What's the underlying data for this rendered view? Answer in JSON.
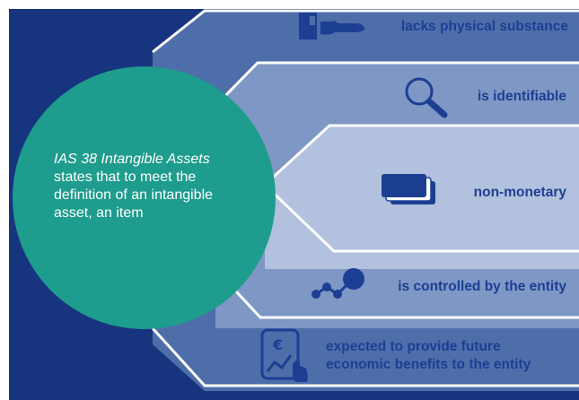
{
  "colors": {
    "background_navy": "#17357f",
    "layer_1": "#4e6eaa",
    "layer_2": "#7f97c5",
    "layer_3": "#b1c1de",
    "layer_4": "#7f97c5",
    "layer_5": "#4e6eaa",
    "circle": "#1e9c8d",
    "text_blue": "#1c3f93",
    "icon_blue": "#1c3f93"
  },
  "circle": {
    "title_italic": "IAS 38 Intangible Assets",
    "body": "states that to meet the definition of an intangible asset, an item"
  },
  "criteria": [
    {
      "icon": "hand-with-box-icon",
      "text": "lacks physical substance"
    },
    {
      "icon": "magnifier-icon",
      "text": "is identifiable"
    },
    {
      "icon": "card-stack-icon",
      "text": "non-monetary"
    },
    {
      "icon": "network-nodes-icon",
      "text": "is controlled by the entity"
    },
    {
      "icon": "tablet-euro-chart-icon",
      "text_line_1": "expected to provide future",
      "text_line_2": "economic benefits to the entity"
    }
  ]
}
